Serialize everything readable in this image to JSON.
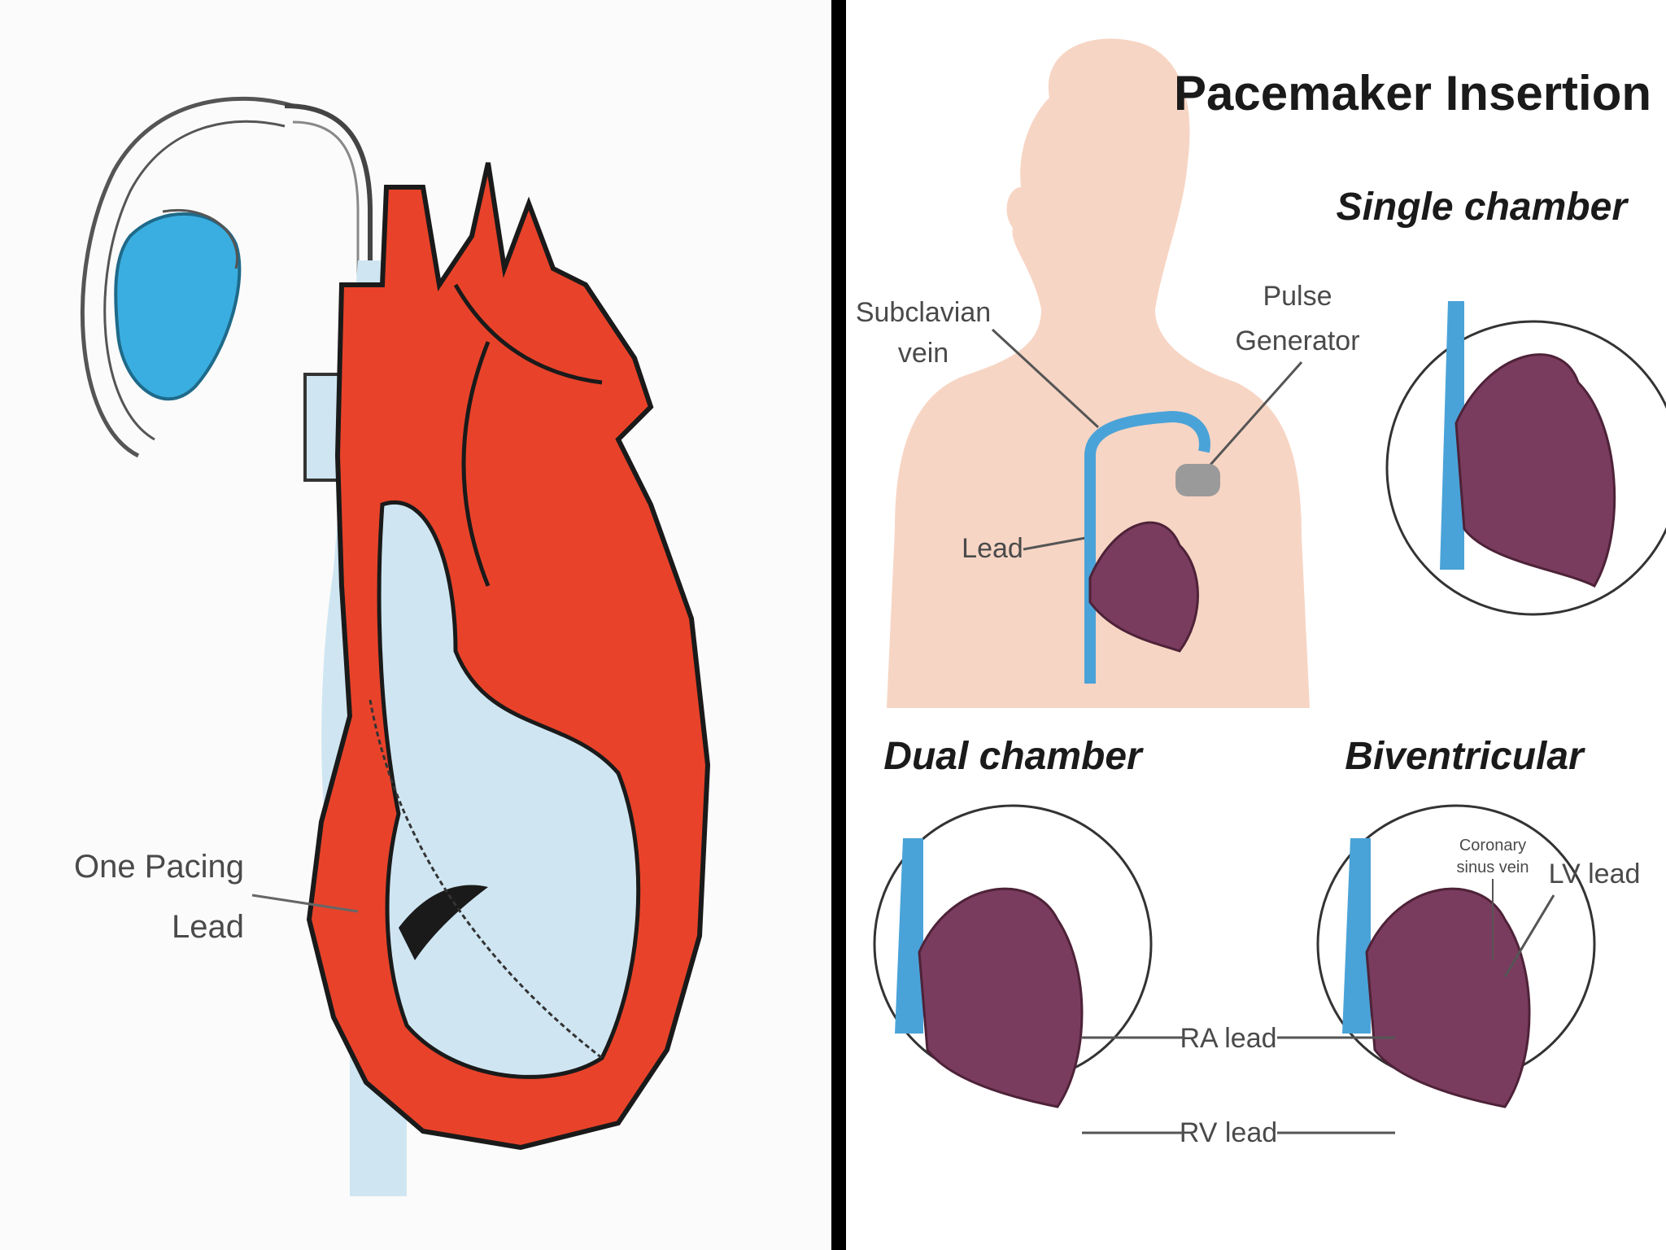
{
  "left": {
    "label_line1": "One Pacing",
    "label_line2": "Lead"
  },
  "right": {
    "title": "Pacemaker Insertion",
    "single_chamber": "Single chamber",
    "dual_chamber": "Dual chamber",
    "biventricular": "Biventricular",
    "subclavian_line1": "Subclavian",
    "subclavian_line2": "vein",
    "pulse_line1": "Pulse",
    "pulse_line2": "Generator",
    "lead": "Lead",
    "ra_lead": "RA lead",
    "rv_lead": "RV lead",
    "lv_lead": "LV lead",
    "coronary_line1": "Coronary",
    "coronary_line2": "sinus vein"
  },
  "colors": {
    "heart_red": "#e8432a",
    "blood_light_blue": "#cfe6f2",
    "device_blue": "#3aaee0",
    "skin": "#f7d5c4",
    "heart_purple": "#7a3c5e",
    "vein_blue": "#4aa3d8"
  }
}
